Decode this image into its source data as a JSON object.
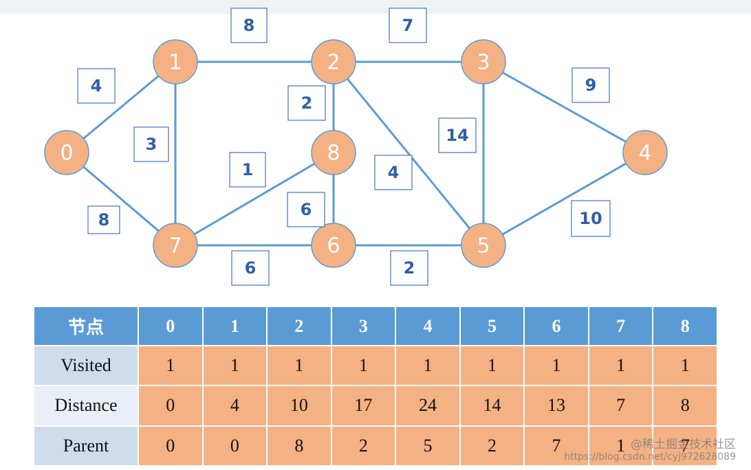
{
  "graph": {
    "nodes": [
      "0",
      "1",
      "2",
      "3",
      "4",
      "5",
      "6",
      "7",
      "8"
    ],
    "edges": [
      {
        "from": "0",
        "to": "1",
        "weight": "4"
      },
      {
        "from": "0",
        "to": "7",
        "weight": "8"
      },
      {
        "from": "1",
        "to": "2",
        "weight": "8"
      },
      {
        "from": "1",
        "to": "7",
        "weight": "3"
      },
      {
        "from": "2",
        "to": "3",
        "weight": "7"
      },
      {
        "from": "2",
        "to": "8",
        "weight": "2"
      },
      {
        "from": "2",
        "to": "5",
        "weight": "4"
      },
      {
        "from": "3",
        "to": "4",
        "weight": "9"
      },
      {
        "from": "3",
        "to": "5",
        "weight": "14"
      },
      {
        "from": "4",
        "to": "5",
        "weight": "10"
      },
      {
        "from": "7",
        "to": "8",
        "weight": "1"
      },
      {
        "from": "8",
        "to": "6",
        "weight": "6"
      },
      {
        "from": "7",
        "to": "6",
        "weight": "6"
      },
      {
        "from": "6",
        "to": "5",
        "weight": "2"
      }
    ],
    "colors": {
      "node_fill": "#f4b183",
      "edge": "#5b9bd5",
      "weight_text": "#2e5fa8",
      "table_header": "#5b9bd5",
      "table_cell": "#f4b183"
    }
  },
  "table": {
    "corner": "节点",
    "columns": [
      "0",
      "1",
      "2",
      "3",
      "4",
      "5",
      "6",
      "7",
      "8"
    ],
    "rows": [
      {
        "label": "Visited",
        "values": [
          "1",
          "1",
          "1",
          "1",
          "1",
          "1",
          "1",
          "1",
          "1"
        ]
      },
      {
        "label": "Distance",
        "values": [
          "0",
          "4",
          "10",
          "17",
          "24",
          "14",
          "13",
          "7",
          "8"
        ]
      },
      {
        "label": "Parent",
        "values": [
          "0",
          "0",
          "8",
          "2",
          "5",
          "2",
          "7",
          "1",
          "7"
        ]
      }
    ]
  },
  "watermark": {
    "brand": "@稀土掘金技术社区",
    "url": "https://blog.csdn.net/cyj972628089"
  }
}
